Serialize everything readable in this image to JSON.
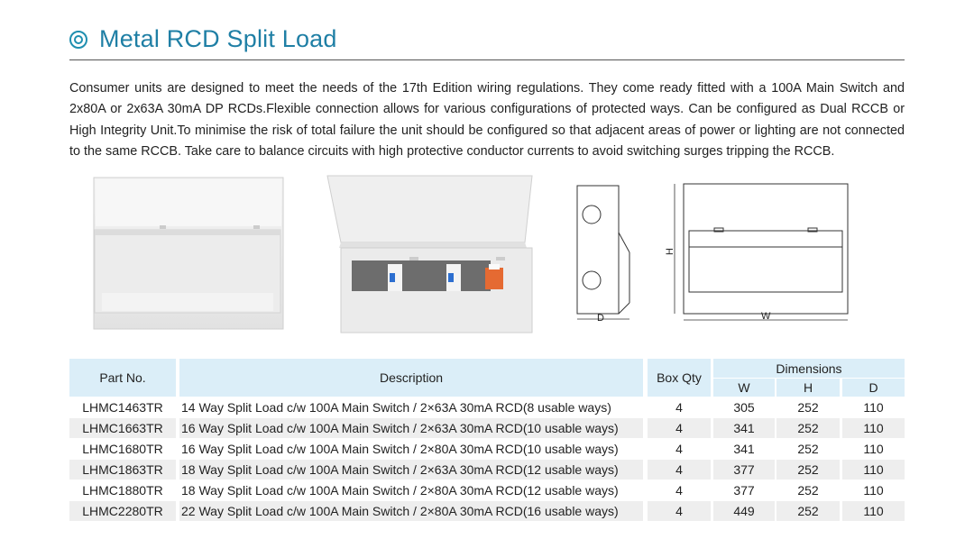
{
  "header": {
    "title": "Metal RCD Split Load"
  },
  "intro": "Consumer units are designed to meet the needs of the 17th Edition wiring regulations. They come ready fitted with a 100A Main Switch and 2x80A or 2x63A 30mA DP RCDs.Flexible connection allows for various configurations of protected ways. Can be configured as Dual RCCB or High Integrity Unit.To minimise the risk of total failure the unit should be configured so that adjacent areas of power or lighting are not connected to the same RCCB. Take care to balance circuits with high protective conductor currents to avoid switching surges tripping the RCCB.",
  "drawings": {
    "side_label_h": "H",
    "side_label_d": "D",
    "front_label_w": "W"
  },
  "table": {
    "headers": {
      "part": "Part No.",
      "desc": "Description",
      "qty": "Box Qty",
      "dims": "Dimensions",
      "w": "W",
      "h": "H",
      "d": "D"
    },
    "rows": [
      {
        "part": "LHMC1463TR",
        "desc": "14 Way Split Load c/w 100A Main Switch / 2×63A 30mA RCD(8 usable ways)",
        "qty": "4",
        "w": "305",
        "h": "252",
        "d": "110"
      },
      {
        "part": "LHMC1663TR",
        "desc": "16 Way Split Load c/w 100A Main Switch / 2×63A 30mA RCD(10 usable ways)",
        "qty": "4",
        "w": "341",
        "h": "252",
        "d": "110"
      },
      {
        "part": "LHMC1680TR",
        "desc": "16 Way Split Load c/w 100A Main Switch / 2×80A 30mA RCD(10 usable ways)",
        "qty": "4",
        "w": "341",
        "h": "252",
        "d": "110"
      },
      {
        "part": "LHMC1863TR",
        "desc": "18 Way Split Load c/w 100A Main Switch / 2×63A 30mA RCD(12 usable ways)",
        "qty": "4",
        "w": "377",
        "h": "252",
        "d": "110"
      },
      {
        "part": "LHMC1880TR",
        "desc": "18 Way Split Load c/w 100A  Main Switch / 2×80A 30mA RCD(12 usable ways)",
        "qty": "4",
        "w": "377",
        "h": "252",
        "d": "110"
      },
      {
        "part": "LHMC2280TR",
        "desc": "22 Way Split Load c/w 100A Main Switch / 2×80A 30mA RCD(16 usable ways)",
        "qty": "4",
        "w": "449",
        "h": "252",
        "d": "110"
      }
    ]
  }
}
